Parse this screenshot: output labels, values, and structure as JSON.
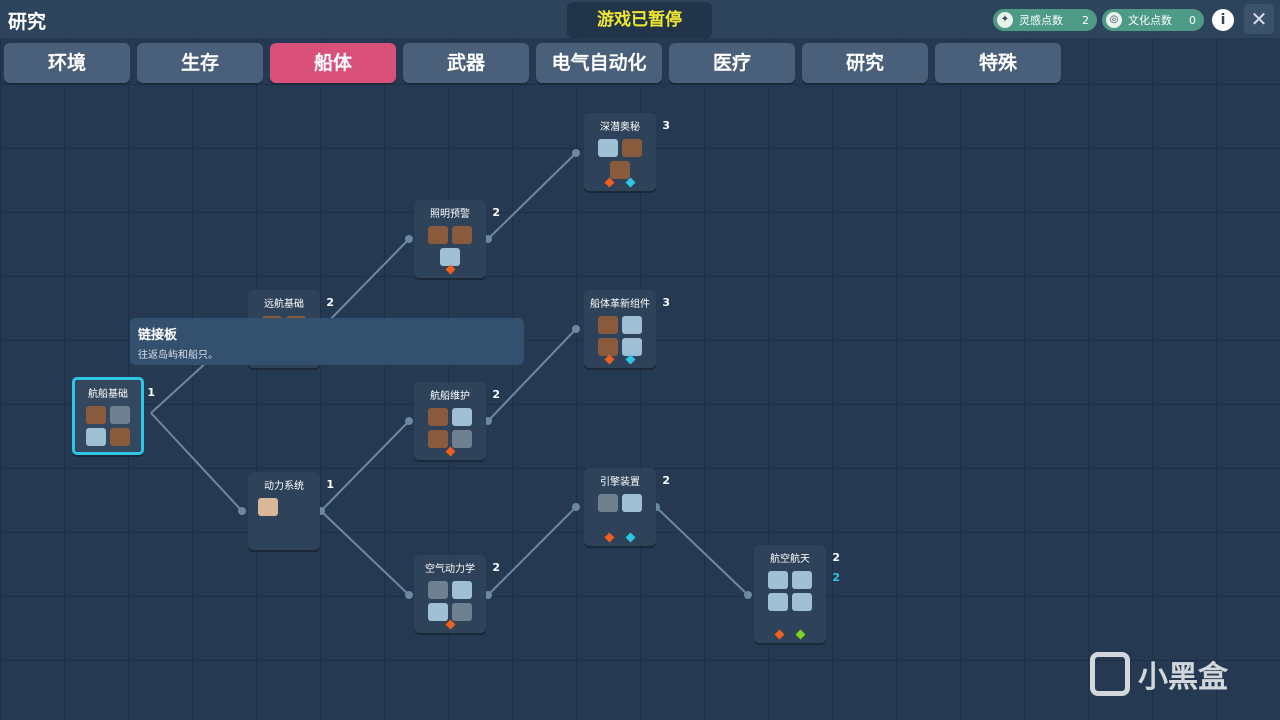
{
  "header": {
    "title": "研究",
    "paused": "游戏已暂停",
    "inspiration_label": "灵感点数",
    "inspiration_value": "2",
    "culture_label": "文化点数",
    "culture_value": "0",
    "info": "i",
    "close": "✕"
  },
  "tabs": [
    "环境",
    "生存",
    "船体",
    "武器",
    "电气自动化",
    "医疗",
    "研究",
    "特殊"
  ],
  "active_tab": "船体",
  "nodes": {
    "n0": {
      "name": "航船基础",
      "count": "1"
    },
    "n1": {
      "name": "远航基础",
      "count": "2"
    },
    "n2": {
      "name": "照明预警",
      "count": "2"
    },
    "n3": {
      "name": "深潜奥秘",
      "count": "3"
    },
    "n4": {
      "name": "船体革新组件",
      "count": "3"
    },
    "n5": {
      "name": "航船维护",
      "count": "2"
    },
    "n6": {
      "name": "动力系统",
      "count": "1"
    },
    "n7": {
      "name": "引擎装置",
      "count": "2"
    },
    "n8": {
      "name": "空气动力学",
      "count": "2"
    },
    "n9": {
      "name": "航空航天",
      "count": "2",
      "count2": "2"
    }
  },
  "tooltip": {
    "title": "链接板",
    "desc": "往返岛屿和船只。"
  },
  "watermark": "小黑盒",
  "colors": {
    "active_tab": "#d9507a",
    "selected": "#2fc6e6",
    "paused_text": "#f2e830",
    "orange": "#f0601c",
    "cyan": "#2fc6e6",
    "green": "#7ed321"
  }
}
